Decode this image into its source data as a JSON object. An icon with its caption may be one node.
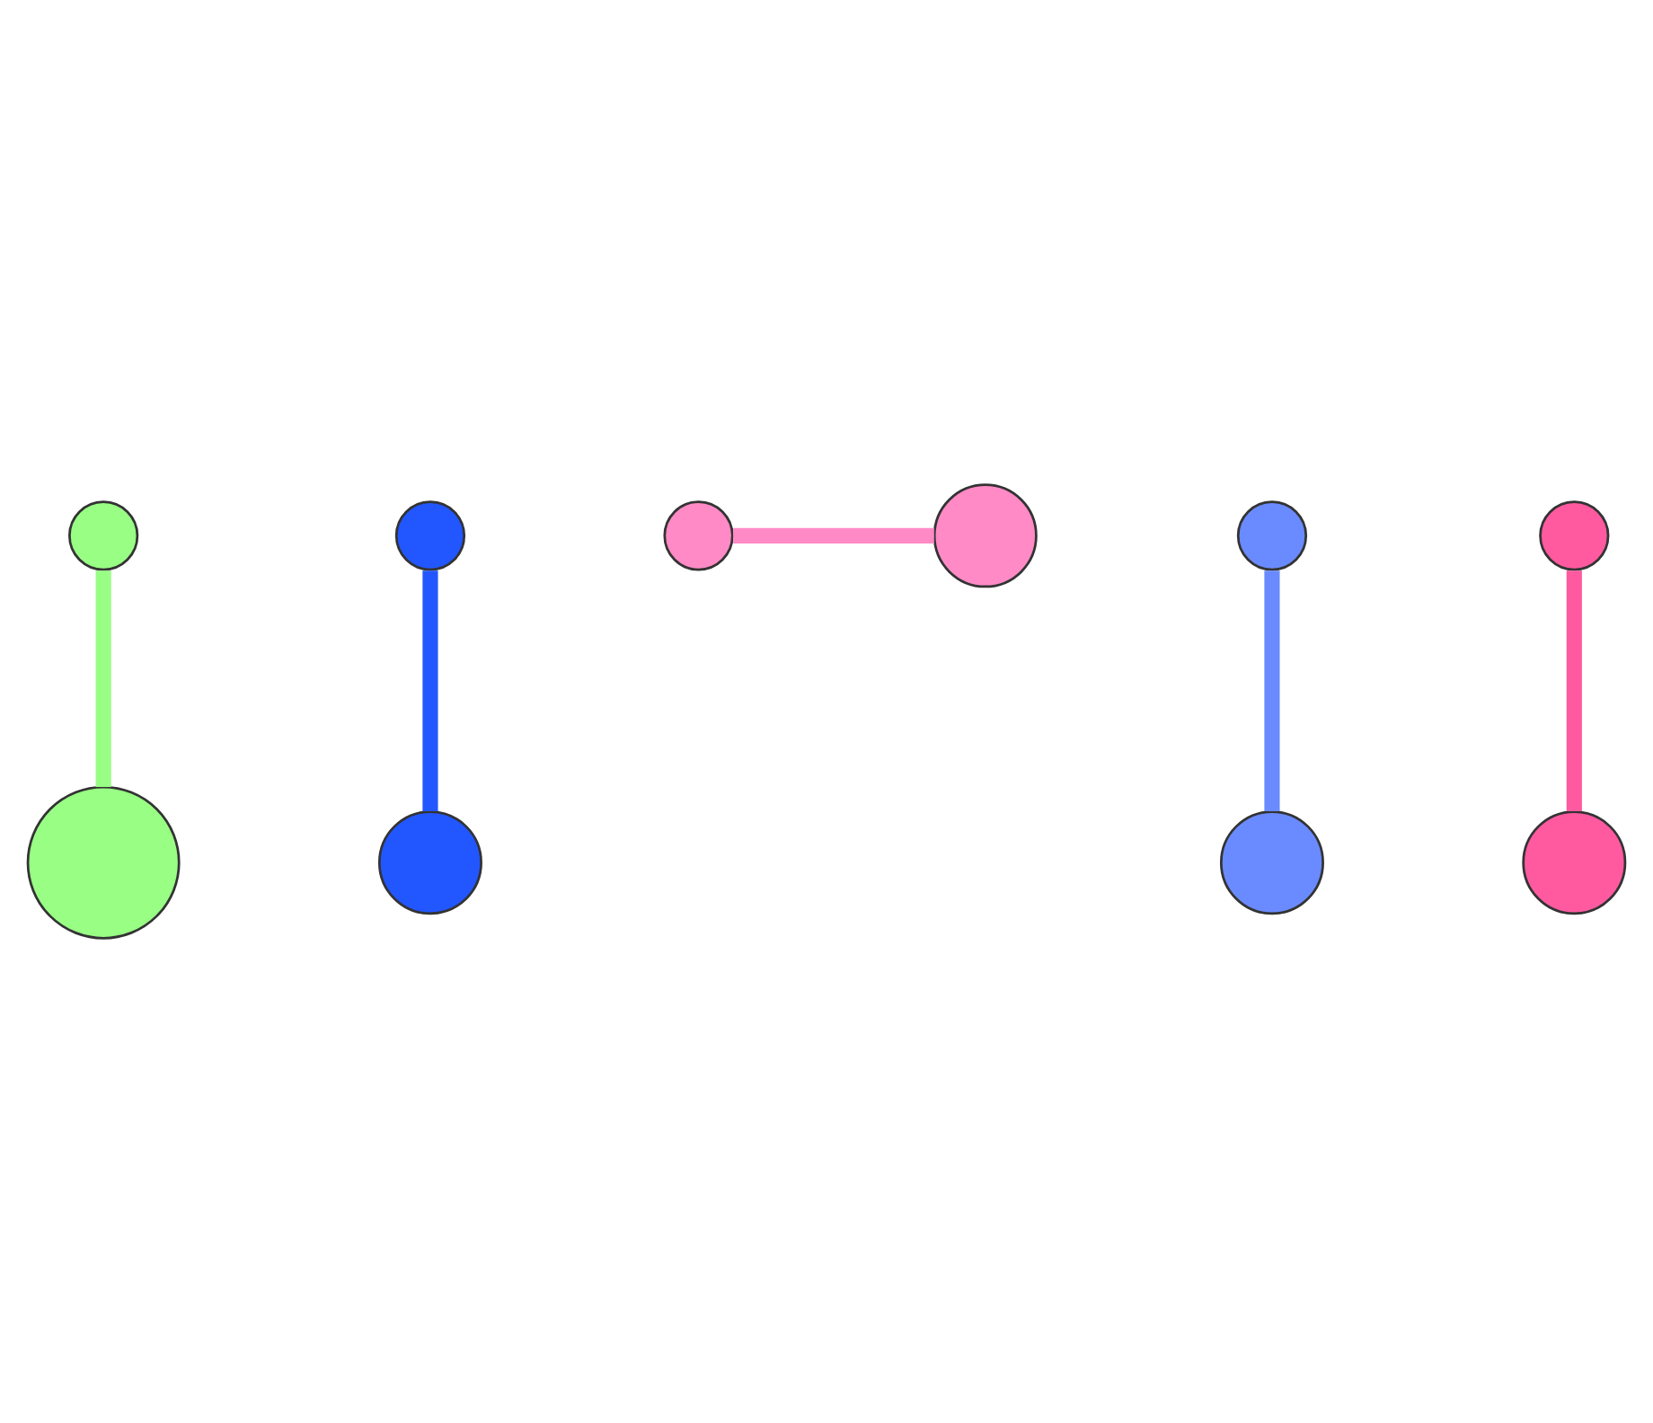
{
  "diagram": {
    "nodes": [
      {
        "text": [],
        "shape": "circle"
      },
      {
        "text": [],
        "shape": "circle"
      },
      {
        "text": [],
        "shape": "circle"
      },
      {
        "text": [],
        "shape": "circle"
      },
      {
        "text": [],
        "shape": "circle"
      },
      {
        "text": [],
        "shape": "circle"
      },
      {
        "text": [],
        "shape": "circle"
      },
      {
        "text": [],
        "shape": "circle"
      },
      {
        "text": [],
        "shape": "circle"
      },
      {
        "text": [],
        "shape": "circle"
      }
    ],
    "edges": [
      {
        "from": 0,
        "to": 1,
        "arrow": "none",
        "color": "#98fe84"
      },
      {
        "from": 2,
        "to": 3,
        "arrow": "none",
        "color": "#2257ff"
      },
      {
        "from": 4,
        "to": 5,
        "arrow": "none",
        "color": "#ff8ac6"
      },
      {
        "from": 7,
        "to": 6,
        "arrow": "none",
        "color": "#6a8bff"
      },
      {
        "from": 8,
        "to": 9,
        "arrow": "none",
        "color": "#ff5aa0"
      }
    ]
  }
}
